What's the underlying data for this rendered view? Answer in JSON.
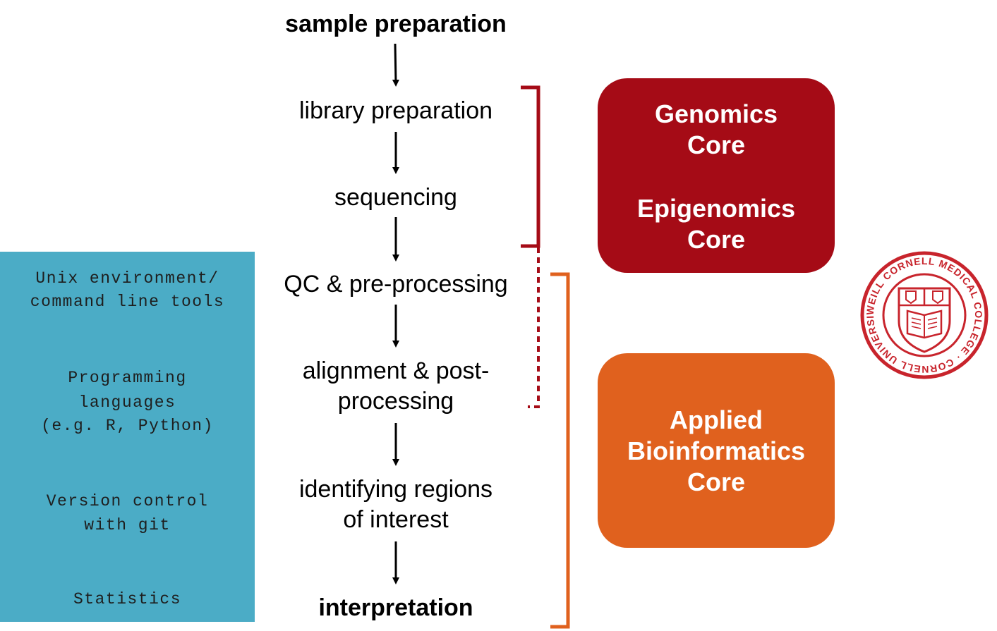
{
  "workflow": {
    "steps": [
      "sample preparation",
      "library preparation",
      "sequencing",
      "QC & pre-processing",
      "alignment & post-",
      "processing",
      "identifying regions",
      "of interest",
      "interpretation"
    ]
  },
  "skills": [
    "Unix environment/",
    "command line tools",
    "Programming",
    "languages",
    "(e.g. R, Python)",
    "Version control",
    "with git",
    "Statistics"
  ],
  "cores": {
    "genomics": [
      "Genomics",
      "Core"
    ],
    "epigenomics": [
      "Epigenomics",
      "Core"
    ],
    "applied_bioinformatics": [
      "Applied",
      "Bioinformatics",
      "Core"
    ]
  },
  "seal": {
    "ring_text": "WEILL CORNELL MEDICAL COLLEGE · CORNELL UNIVERSITY ·",
    "color": "#c8242c"
  },
  "colors": {
    "genomics_core": "#a50b16",
    "bioinformatics_core": "#e0611e",
    "skills_panel": "#4bacc6",
    "bracket_red": "#a50b16",
    "bracket_orange": "#e0611e"
  }
}
